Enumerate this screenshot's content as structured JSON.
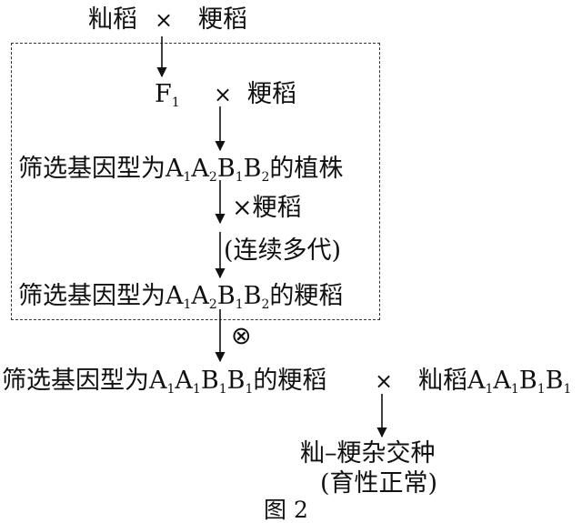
{
  "rows": {
    "parent_indica": "籼稻",
    "cross_symbol": "×",
    "parent_japonica": "粳稻",
    "f1_letter": "F",
    "f1_subscript": "1",
    "backcross_partner": "粳稻",
    "screen1_prefix": "筛选基因型为",
    "screen1_genotype": [
      {
        "letter": "A",
        "sub": "1"
      },
      {
        "letter": "A",
        "sub": "2"
      },
      {
        "letter": "B",
        "sub": "1"
      },
      {
        "letter": "B",
        "sub": "2"
      }
    ],
    "screen1_suffix": "的植株",
    "repeat_cross_label": "×粳稻",
    "repeat_note": "(连续多代)",
    "screen2_prefix": "筛选基因型为",
    "screen2_genotype": [
      {
        "letter": "A",
        "sub": "1"
      },
      {
        "letter": "A",
        "sub": "2"
      },
      {
        "letter": "B",
        "sub": "1"
      },
      {
        "letter": "B",
        "sub": "2"
      }
    ],
    "screen2_suffix": "的粳稻",
    "selfing_symbol": "⊗",
    "screen3_prefix": "筛选基因型为",
    "screen3_genotype": [
      {
        "letter": "A",
        "sub": "1"
      },
      {
        "letter": "A",
        "sub": "1"
      },
      {
        "letter": "B",
        "sub": "1"
      },
      {
        "letter": "B",
        "sub": "1"
      }
    ],
    "screen3_suffix": "的粳稻",
    "final_partner_prefix": "籼稻",
    "final_partner_genotype": [
      {
        "letter": "A",
        "sub": "1"
      },
      {
        "letter": "A",
        "sub": "1"
      },
      {
        "letter": "B",
        "sub": "1"
      },
      {
        "letter": "B",
        "sub": "1"
      }
    ],
    "hybrid_label": "籼–粳杂交种",
    "hybrid_note": "(育性正常)"
  },
  "figure_label": "图 2"
}
